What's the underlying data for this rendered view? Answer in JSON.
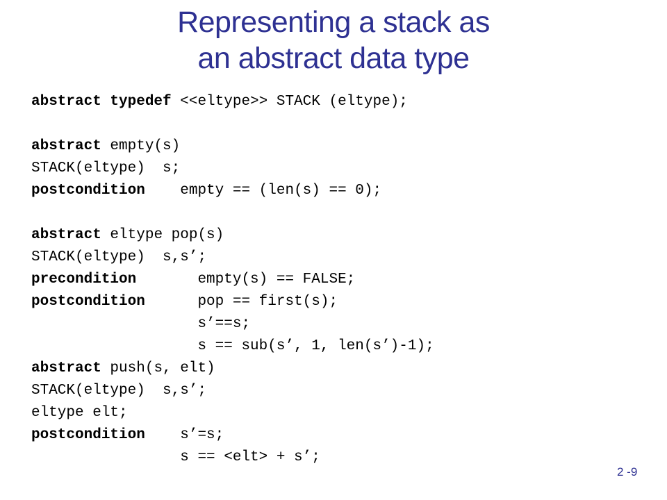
{
  "slide": {
    "title_lines": [
      "Representing a stack as",
      "an abstract data type"
    ],
    "page_number": "2 -9"
  },
  "code": {
    "lines": [
      {
        "kw": "abstract typedef",
        "rest": " <<eltype>> STACK (eltype);"
      },
      {
        "kw": "",
        "rest": ""
      },
      {
        "kw": "abstract",
        "rest": " empty(s)"
      },
      {
        "kw": "",
        "rest": "STACK(eltype)  s;"
      },
      {
        "kw": "postcondition",
        "rest": "    empty == (len(s) == 0);"
      },
      {
        "kw": "",
        "rest": ""
      },
      {
        "kw": "abstract",
        "rest": " eltype pop(s)"
      },
      {
        "kw": "",
        "rest": "STACK(eltype)  s,s’;"
      },
      {
        "kw": "precondition",
        "rest": "       empty(s) == FALSE;"
      },
      {
        "kw": "postcondition",
        "rest": "      pop == first(s);"
      },
      {
        "kw": "",
        "rest": "                   s’==s;"
      },
      {
        "kw": "",
        "rest": "                   s == sub(s’, 1, len(s’)-1);"
      },
      {
        "kw": "abstract",
        "rest": " push(s, elt)"
      },
      {
        "kw": "",
        "rest": "STACK(eltype)  s,s’;"
      },
      {
        "kw": "",
        "rest": "eltype elt;"
      },
      {
        "kw": "postcondition",
        "rest": "    s’=s;"
      },
      {
        "kw": "",
        "rest": "                 s == <elt> + s’;"
      }
    ]
  }
}
